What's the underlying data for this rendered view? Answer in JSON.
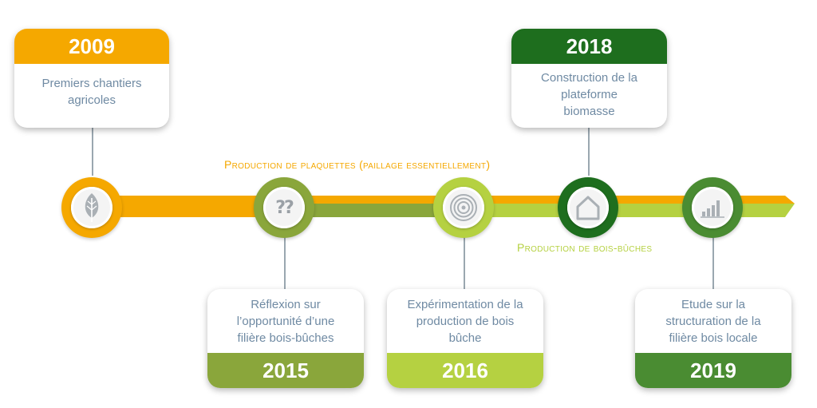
{
  "tracks": {
    "plaquettes_label": "Production de plaquettes (paillage essentiellement)",
    "buches_label": "Production de bois-bûches"
  },
  "events": {
    "e2009": {
      "year": "2009",
      "text": "Premiers chantiers agricoles"
    },
    "e2015": {
      "year": "2015",
      "text": "Réflexion sur l’opportunité d’une filière bois-bûches"
    },
    "e2016": {
      "year": "2016",
      "text": "Expérimentation de la production de bois bûche"
    },
    "e2018": {
      "year": "2018",
      "text": "Construction de la plateforme biomasse"
    },
    "e2019": {
      "year": "2019",
      "text": "Etude sur la structuration de la filière bois locale"
    }
  },
  "colors": {
    "orange": "#f5a800",
    "olive": "#8aa63b",
    "lime": "#b5d141",
    "dark_green": "#1e6e1e",
    "green": "#4a8c32"
  },
  "icons": {
    "e2009": "leaf-icon",
    "e2015": "question-marks-icon",
    "e2016": "wood-rings-icon",
    "e2018": "house-icon",
    "e2019": "bar-chart-icon"
  }
}
